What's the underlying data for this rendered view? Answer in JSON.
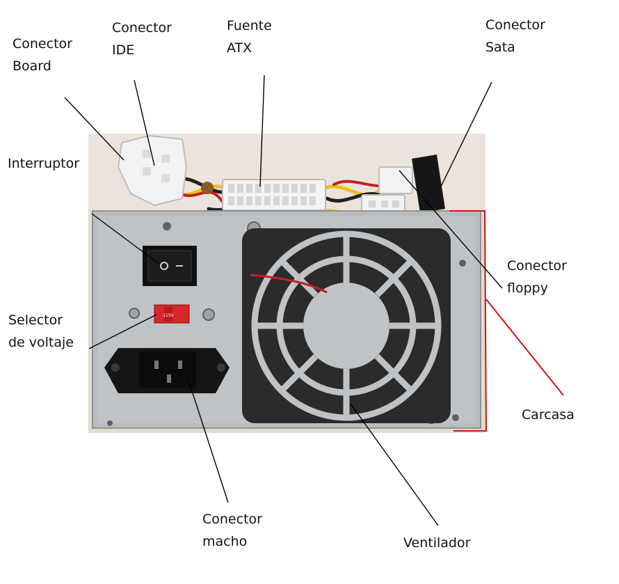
{
  "labels": {
    "conector_board": [
      "Conector",
      "Board"
    ],
    "conector_ide": [
      "Conector",
      "IDE"
    ],
    "fuente_atx": [
      "Fuente",
      "ATX"
    ],
    "conector_sata": [
      "Conector",
      "Sata"
    ],
    "interruptor": "Interruptor",
    "conector_floppy": [
      "Conector",
      "floppy"
    ],
    "selector_voltaje": [
      "Selector",
      "de voltaje"
    ],
    "carcasa": "Carcasa",
    "conector_macho": [
      "Conector",
      "macho"
    ],
    "ventilador": "Ventilador"
  },
  "switch_text": "115V",
  "colors": {
    "leader_line": "#000000",
    "carcasa_line": "#d01010",
    "psu_body": "#b9bdc0",
    "fan": "#2b2b2b",
    "selector": "#d8262a",
    "connector": "#f2f2f2",
    "wire_yellow": "#e6c21a",
    "wire_red": "#c81e1e"
  }
}
